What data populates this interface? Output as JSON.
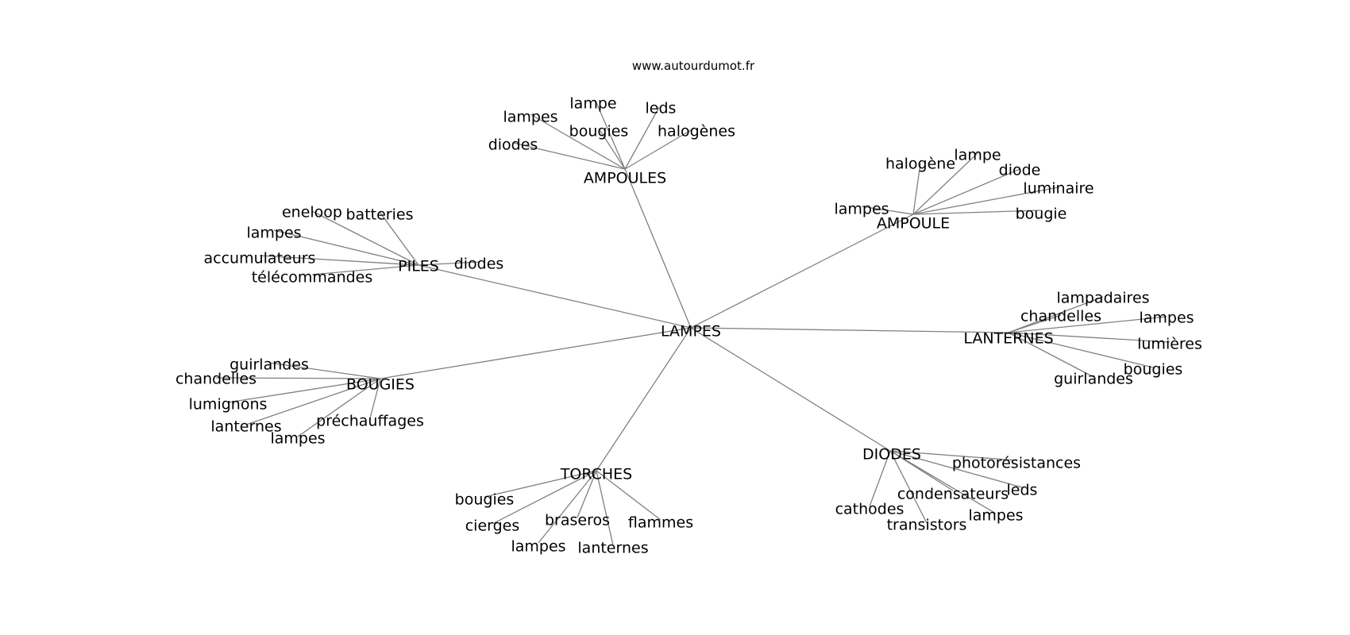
{
  "source": "www.autourdumot.fr",
  "colors": {
    "edge": "#808080",
    "text": "#000000",
    "background": "#ffffff"
  },
  "graph": {
    "center": "LAMPES",
    "clusters": [
      {
        "hub": "AMPOULES",
        "leaves": [
          "lampe",
          "leds",
          "lampes",
          "bougies",
          "halogènes",
          "diodes"
        ]
      },
      {
        "hub": "AMPOULE",
        "leaves": [
          "halogène",
          "lampe",
          "diode",
          "luminaire",
          "lampes",
          "bougie"
        ]
      },
      {
        "hub": "PILES",
        "leaves": [
          "eneloop",
          "batteries",
          "lampes",
          "accumulateurs",
          "télécommandes",
          "diodes"
        ]
      },
      {
        "hub": "LANTERNES",
        "leaves": [
          "lampadaires",
          "chandelles",
          "lampes",
          "lumières",
          "bougies",
          "guirlandes"
        ]
      },
      {
        "hub": "BOUGIES",
        "leaves": [
          "guirlandes",
          "chandelles",
          "lumignons",
          "lanternes",
          "préchauffages",
          "lampes"
        ]
      },
      {
        "hub": "DIODES",
        "leaves": [
          "photorésistances",
          "leds",
          "condensateurs",
          "cathodes",
          "lampes",
          "transistors"
        ]
      },
      {
        "hub": "TORCHES",
        "leaves": [
          "bougies",
          "cierges",
          "braseros",
          "flammes",
          "lampes",
          "lanternes"
        ]
      }
    ]
  }
}
